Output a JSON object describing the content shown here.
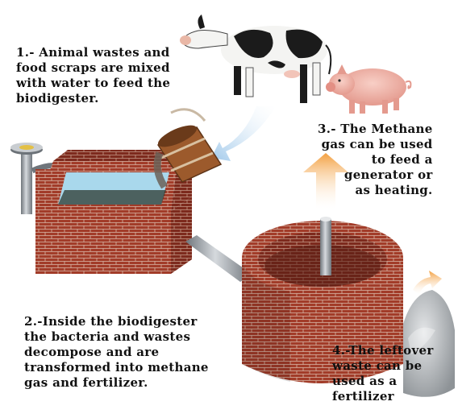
{
  "captions": {
    "step1": "1.- Animal wastes and\nfood scraps are mixed\nwith water to feed the\nbiodigester.",
    "step2": "2.-Inside the biodigester\nthe bacteria and wastes\ndecompose and are\ntransformed into methane\ngas and fertilizer.",
    "step3": "3.- The Methane\ngas can be used\nto feed a\ngenerator or\nas heating.",
    "step4": "4.-The leftover\nwaste can be\nused as a\nfertilizer"
  },
  "colors": {
    "brick": "#a23c29",
    "brick_dark": "#6e2418",
    "mortar": "#d9b8a8",
    "pipe": "#9aa0a6",
    "water": "#a9d8ec",
    "arrow_orange": "#f3a040",
    "flow_blue": "#c9e2f4",
    "pig": "#f1b3a8",
    "cow_black": "#1b1b1b",
    "bucket": "#9c5a2c",
    "fertilizer": "#b8bcc0"
  },
  "icons": [
    "cow-icon",
    "pig-icon",
    "bucket-icon",
    "faucet-icon",
    "inlet-tank-icon",
    "digester-icon",
    "gas-pipe-icon",
    "fertilizer-pile-icon",
    "methane-arrow-icon",
    "flow-arrow-icon",
    "fertilizer-arrow-icon"
  ]
}
